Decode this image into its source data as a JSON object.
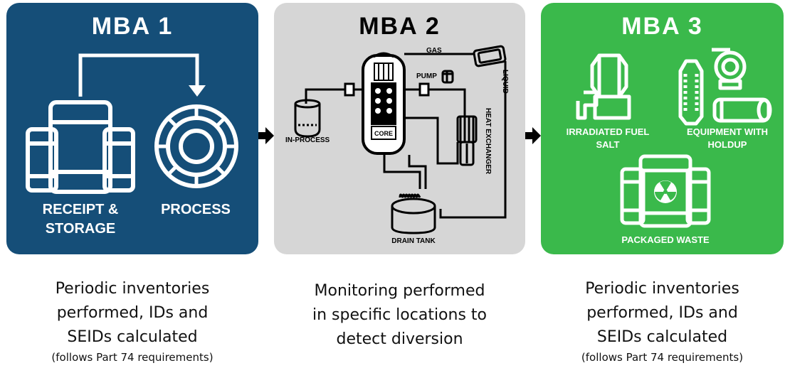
{
  "mba1": {
    "title": "MBA 1",
    "label_receipt_line1": "RECEIPT &",
    "label_receipt_line2": "STORAGE",
    "label_process": "PROCESS",
    "color": "#154e78"
  },
  "mba2": {
    "title": "MBA 2",
    "label_gas": "GAS",
    "label_pump": "PUMP",
    "label_liquid": "LIQUID",
    "label_in_process": "IN-PROCESS",
    "label_core": "CORE",
    "label_heat_exchanger": "HEAT EXCHANGER",
    "label_drain_tank": "DRAIN TANK",
    "color": "#d6d6d6"
  },
  "mba3": {
    "title": "MBA 3",
    "label_fuel_line1": "IRRADIATED FUEL",
    "label_fuel_line2": "SALT",
    "label_equipment_line1": "EQUIPMENT WITH",
    "label_equipment_line2": "HOLDUP",
    "label_waste": "PACKAGED WASTE",
    "color": "#3ab94b"
  },
  "captions": {
    "left": [
      "Periodic inventories",
      "performed, IDs and",
      "SEIDs calculated"
    ],
    "left_sub": "(follows Part 74 requirements)",
    "middle": [
      "Monitoring performed",
      "in specific locations to",
      "detect diversion"
    ],
    "right": [
      "Periodic inventories",
      "performed, IDs and",
      "SEIDs calculated"
    ],
    "right_sub": "(follows Part 74 requirements)"
  }
}
